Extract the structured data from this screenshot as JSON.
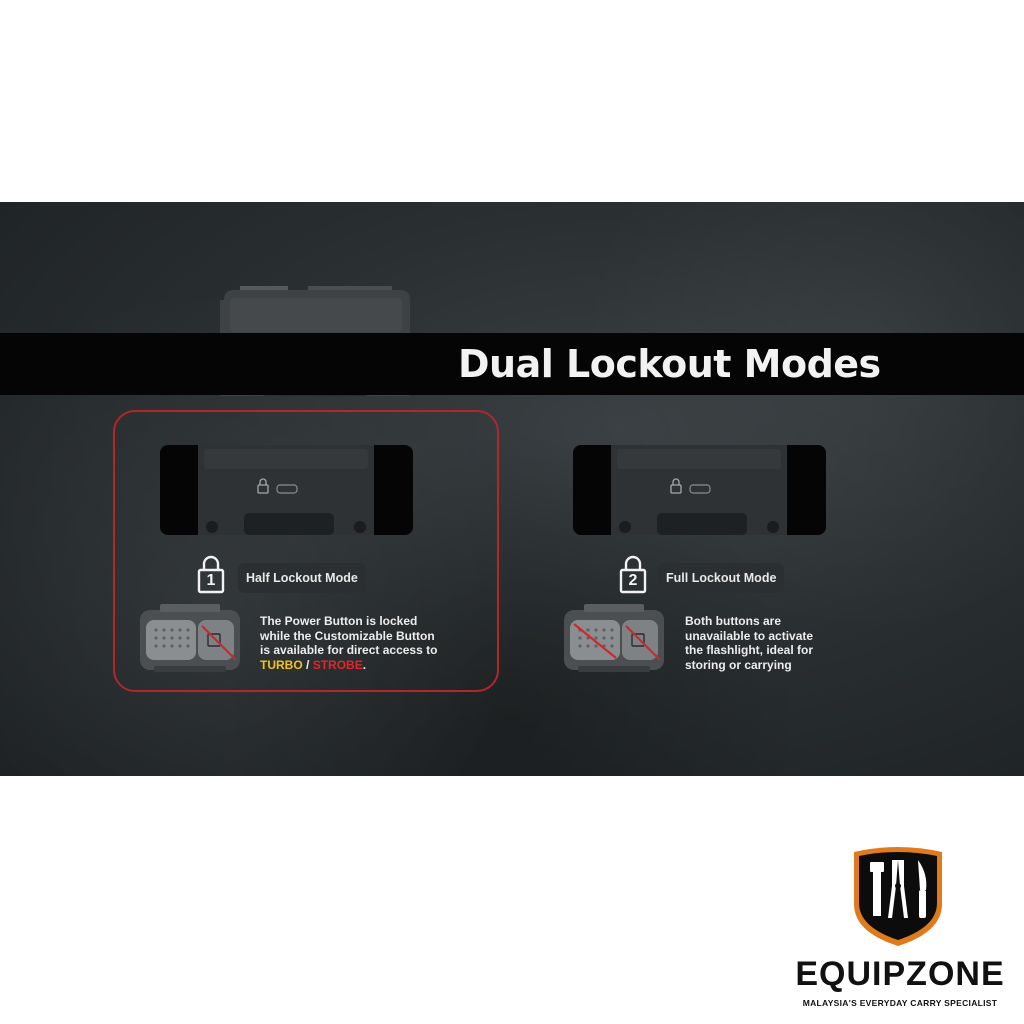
{
  "title": "Dual Lockout Modes",
  "modes": [
    {
      "number": "1",
      "label": "Half Lockout Mode",
      "description_lines": [
        "The Power Button is locked",
        "while the Customizable Button",
        "is available for direct access to"
      ],
      "turbo": "TURBO",
      "separator": " / ",
      "strobe": "STROBE",
      "period": "."
    },
    {
      "number": "2",
      "label": "Full Lockout Mode",
      "description_lines": [
        "Both buttons are",
        "unavailable to activate",
        "the flashlight, ideal for",
        "storing or carrying"
      ]
    }
  ],
  "brand": {
    "name": "EQUIPZONE",
    "tagline": "MALAYSIA'S EVERYDAY CARRY SPECIALIST"
  },
  "colors": {
    "accent_red": "#b3262b",
    "turbo_yellow": "#f2c21b",
    "strobe_red": "#e0262b",
    "logo_orange": "#e07b1d"
  },
  "icons": [
    "lock-icon",
    "flashlight-icon",
    "pliers-icon",
    "knife-icon"
  ]
}
